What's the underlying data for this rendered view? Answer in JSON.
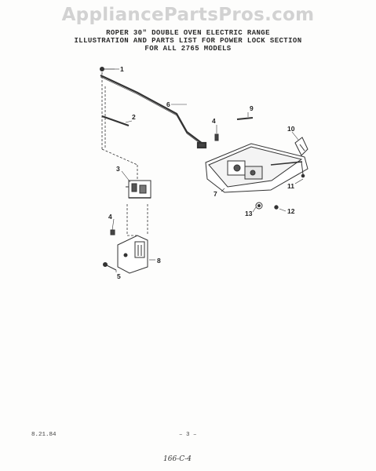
{
  "watermark": "AppliancePartsPros.com",
  "header": {
    "line1": "ROPER 30\" DOUBLE OVEN ELECTRIC RANGE",
    "line2": "ILLUSTRATION AND PARTS LIST FOR POWER LOCK SECTION",
    "line3": "FOR ALL 2765 MODELS"
  },
  "callouts": {
    "c1": "1",
    "c2": "2",
    "c3": "3",
    "c4a": "4",
    "c4b": "4",
    "c5": "5",
    "c6": "6",
    "c7": "7",
    "c8": "8",
    "c9": "9",
    "c10": "10",
    "c11": "11",
    "c12": "12",
    "c13": "13"
  },
  "footer": {
    "code": "8.21.84",
    "page": "– 3 –",
    "handwritten": "166-C-4"
  }
}
